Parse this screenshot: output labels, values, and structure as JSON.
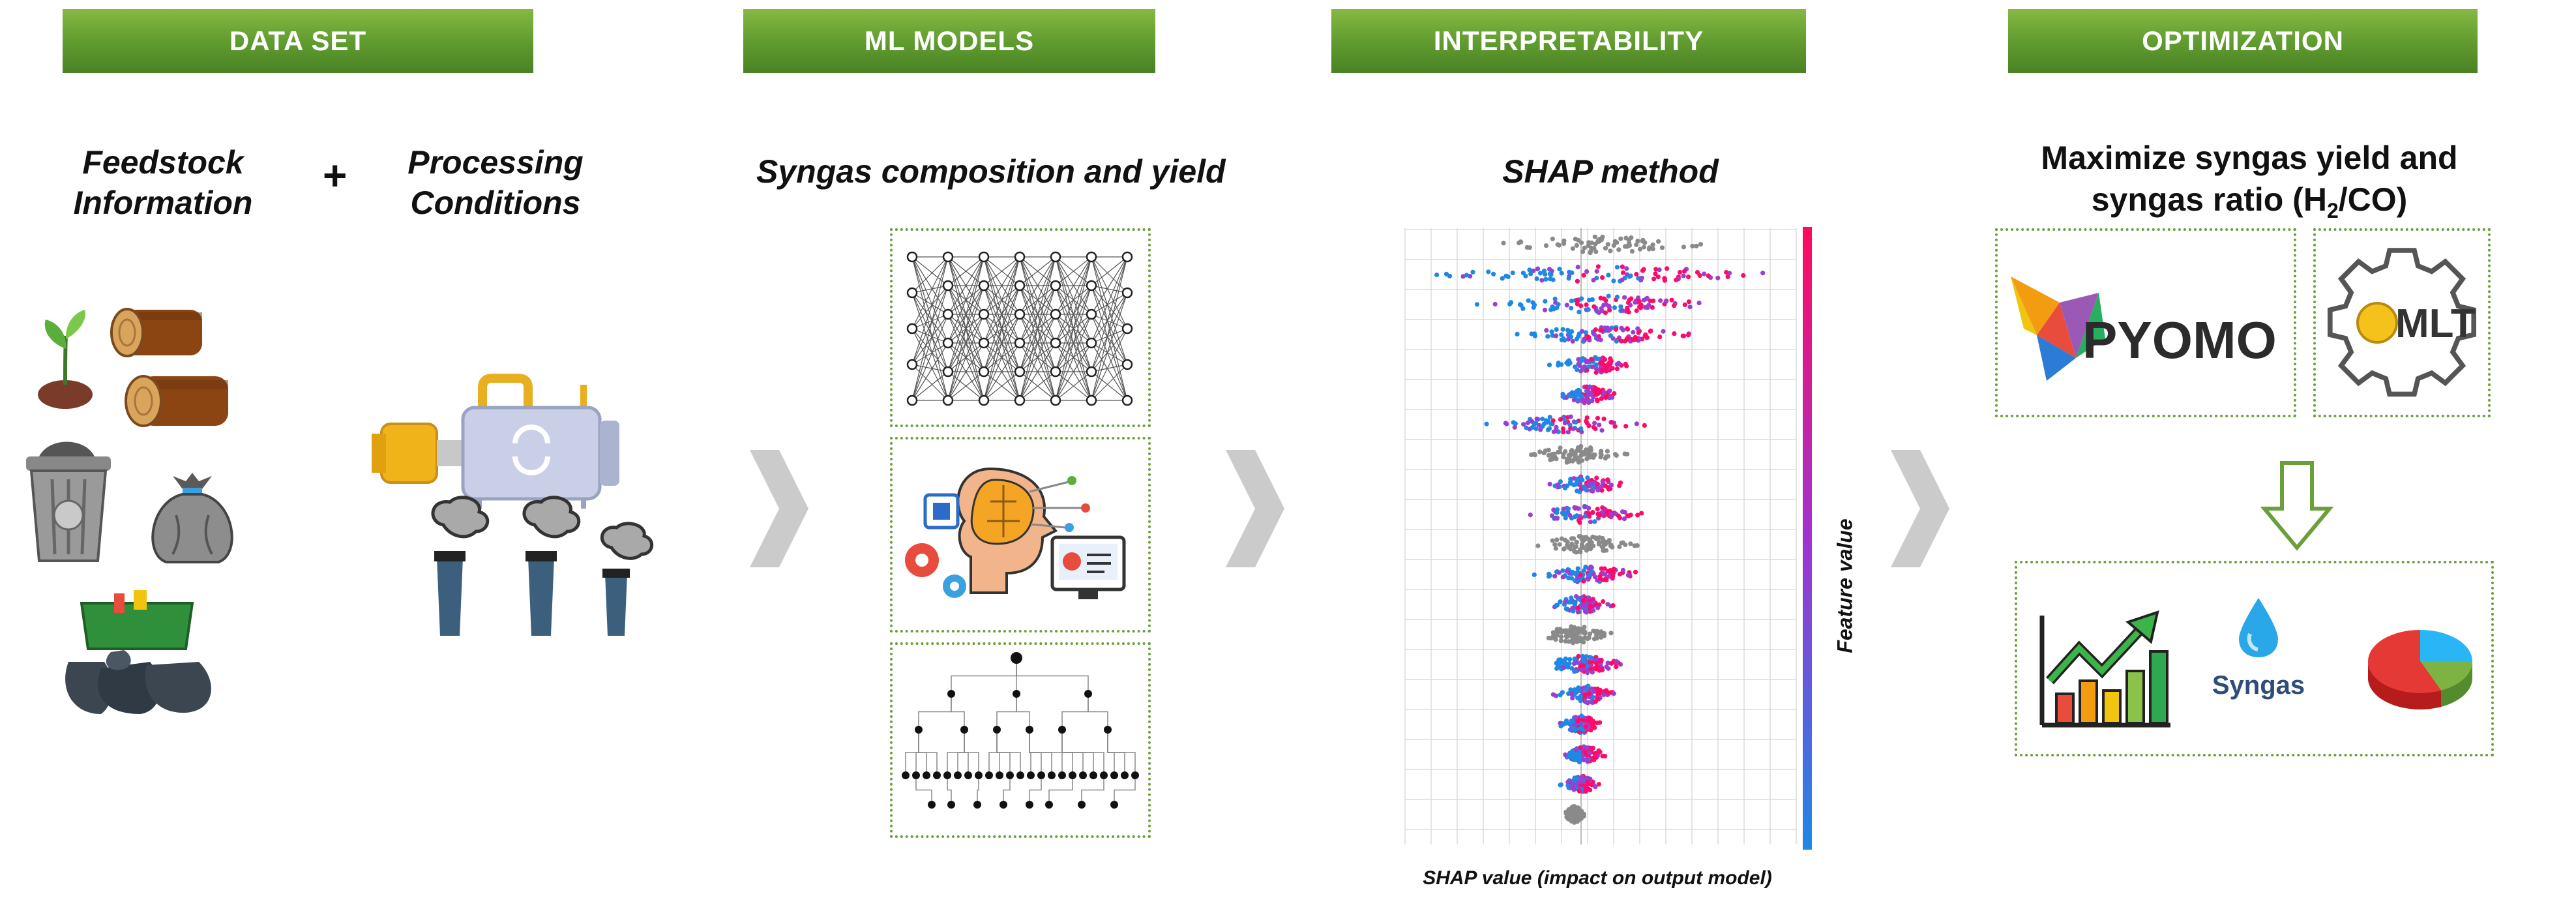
{
  "sections": [
    {
      "label": "DATA SET"
    },
    {
      "label": "ML MODELS"
    },
    {
      "label": "INTERPRETABILITY"
    },
    {
      "label": "OPTIMIZATION"
    }
  ],
  "dataset": {
    "feedstock_line1": "Feedstock",
    "feedstock_line2": "Information",
    "plus": "+",
    "processing_line1": "Processing",
    "processing_line2": "Conditions"
  },
  "ml": {
    "heading": "Syngas composition and yield"
  },
  "interpretability": {
    "heading": "SHAP method",
    "xlabel": "SHAP value (impact on output model)",
    "colorbar_label": "Feature value"
  },
  "optimization": {
    "heading_line1": "Maximize syngas yield and",
    "heading_line2_pre": "syngas ratio (H",
    "heading_line2_sub": "2",
    "heading_line2_post": "/CO)",
    "pyomo_logo_text": "PYOMO",
    "omlt_logo_text": "MLT",
    "syngas_label": "Syngas"
  },
  "colors": {
    "banner_green": "#5e9a2e",
    "dotted_border": "#6a9f3a",
    "chevron_gray": "#c8c8c8",
    "shap_high": "#ff0a6a",
    "shap_low": "#1e88e5",
    "shap_neutral": "#8a8a8a"
  },
  "icons": [
    "seedling-icon",
    "log-icon",
    "trash-can-icon",
    "garbage-bag-icon",
    "dumpster-icon",
    "gasifier-icon",
    "smokestack-icon",
    "neural-network-icon",
    "ai-brain-icon",
    "decision-tree-icon",
    "pyomo-logo",
    "omlt-logo",
    "down-arrow-icon",
    "growth-chart-icon",
    "droplet-icon",
    "pie-chart-icon",
    "chevron-right-icon"
  ]
}
